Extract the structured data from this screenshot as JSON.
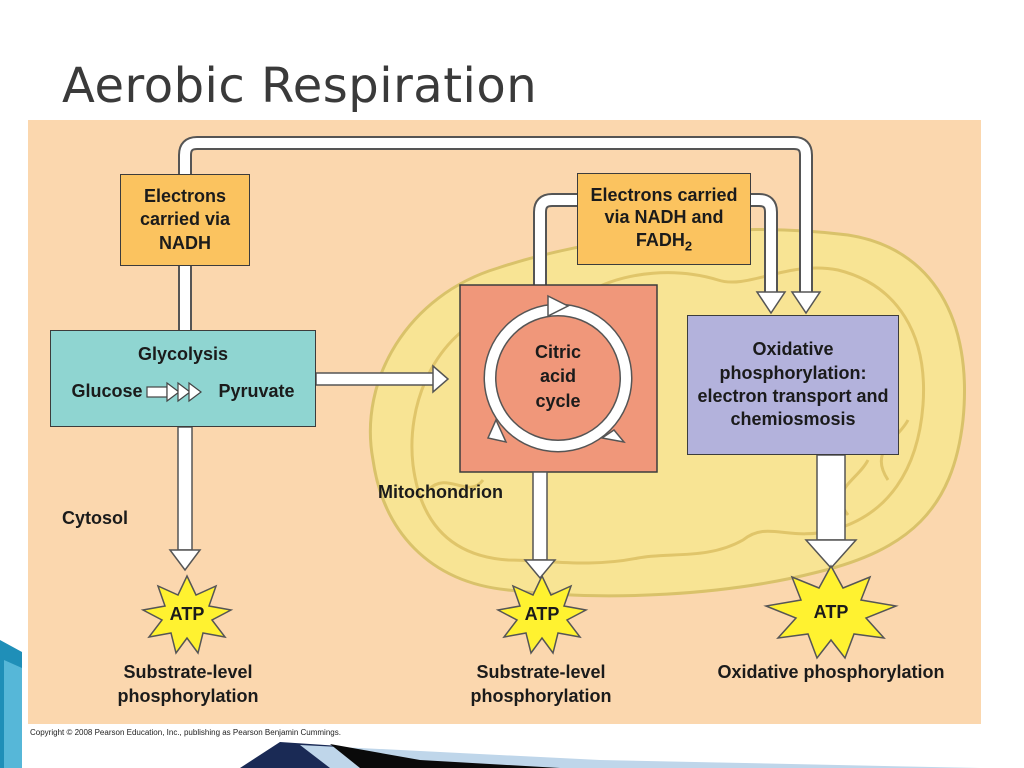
{
  "slide": {
    "title": "Aerobic Respiration",
    "copyright": "Copyright © 2008 Pearson Education, Inc., publishing as Pearson Benjamin Cummings."
  },
  "diagram": {
    "electrons_nadh": "Electrons carried via NADH",
    "electrons_nadh_fadh": {
      "line1": "Electrons carried",
      "line2": "via NADH and",
      "line3": "FADH",
      "subscript": "2"
    },
    "glycolysis": {
      "title": "Glycolysis",
      "input": "Glucose",
      "output": "Pyruvate"
    },
    "citric_acid_cycle": "Citric acid cycle",
    "oxidative_phosphorylation_box": "Oxidative phosphorylation: electron transport and chemiosmosis",
    "cytosol_label": "Cytosol",
    "mitochondrion_label": "Mitochondrion",
    "atp_label": "ATP",
    "outputs": [
      "Substrate-level phosphorylation",
      "Substrate-level phosphorylation",
      "Oxidative phosphorylation"
    ]
  },
  "colors": {
    "background_panel": "#fbd7ae",
    "mitochondrion": "#f8e494",
    "glycolysis_box": "#8fd5d1",
    "citric_box": "#f0977a",
    "oxphos_box": "#b3b2dc",
    "electron_box": "#fbc35f",
    "atp_burst": "#fff230"
  }
}
